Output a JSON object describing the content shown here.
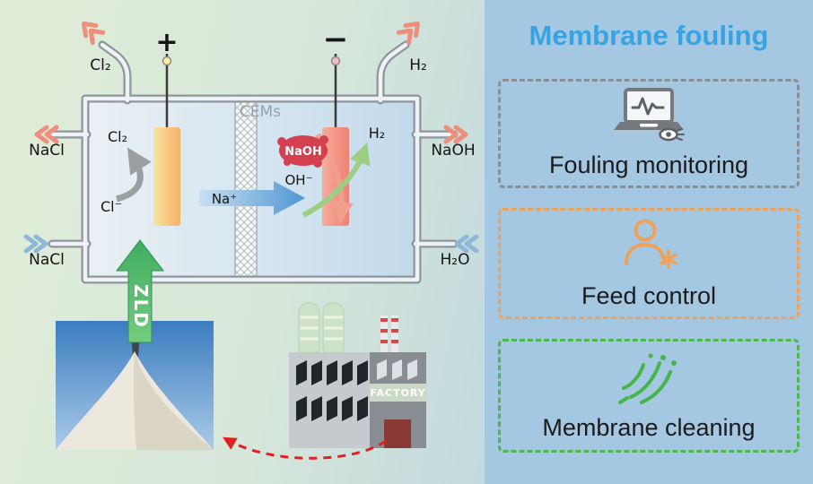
{
  "cell": {
    "anode_sign": "+",
    "cathode_sign": "−",
    "membrane_label": "CEMs",
    "labels": {
      "cl2_top": "Cl₂",
      "h2_top": "H₂",
      "nacl_upper": "NaCl",
      "nacl_lower": "NaCl",
      "naoh_out": "NaOH",
      "h2o_in": "H₂O",
      "cl2_inner": "Cl₂",
      "cl_ion": "Cl⁻",
      "na_ion": "Na⁺",
      "naoh_blob": "NaOH",
      "oh_ion": "OH⁻",
      "h2_inner": "H₂"
    },
    "zld_label": "ZLD"
  },
  "factory": {
    "label": "FACTORY"
  },
  "panel": {
    "title": "Membrane fouling",
    "boxes": [
      {
        "label": "Fouling monitoring",
        "icon": "laptop-monitoring-icon",
        "border_color": "#8b8f92"
      },
      {
        "label": "Feed control",
        "icon": "person-control-icon",
        "border_color": "#f0a158"
      },
      {
        "label": "Membrane cleaning",
        "icon": "spray-cleaning-icon",
        "border_color": "#4cb84f"
      }
    ]
  },
  "colors": {
    "panel_background": "#a4c8e2",
    "title_blue": "#38a3e3",
    "salmon_arrow": "#ef8e7b",
    "blue_arrow": "#8fb8d8",
    "zld_green": "#46b568",
    "naoh_blob_red": "#d4404e",
    "anode_orange": "#f3b268",
    "cathode_salmon": "#ee8172",
    "red_dashed_arrow": "#e02020"
  }
}
